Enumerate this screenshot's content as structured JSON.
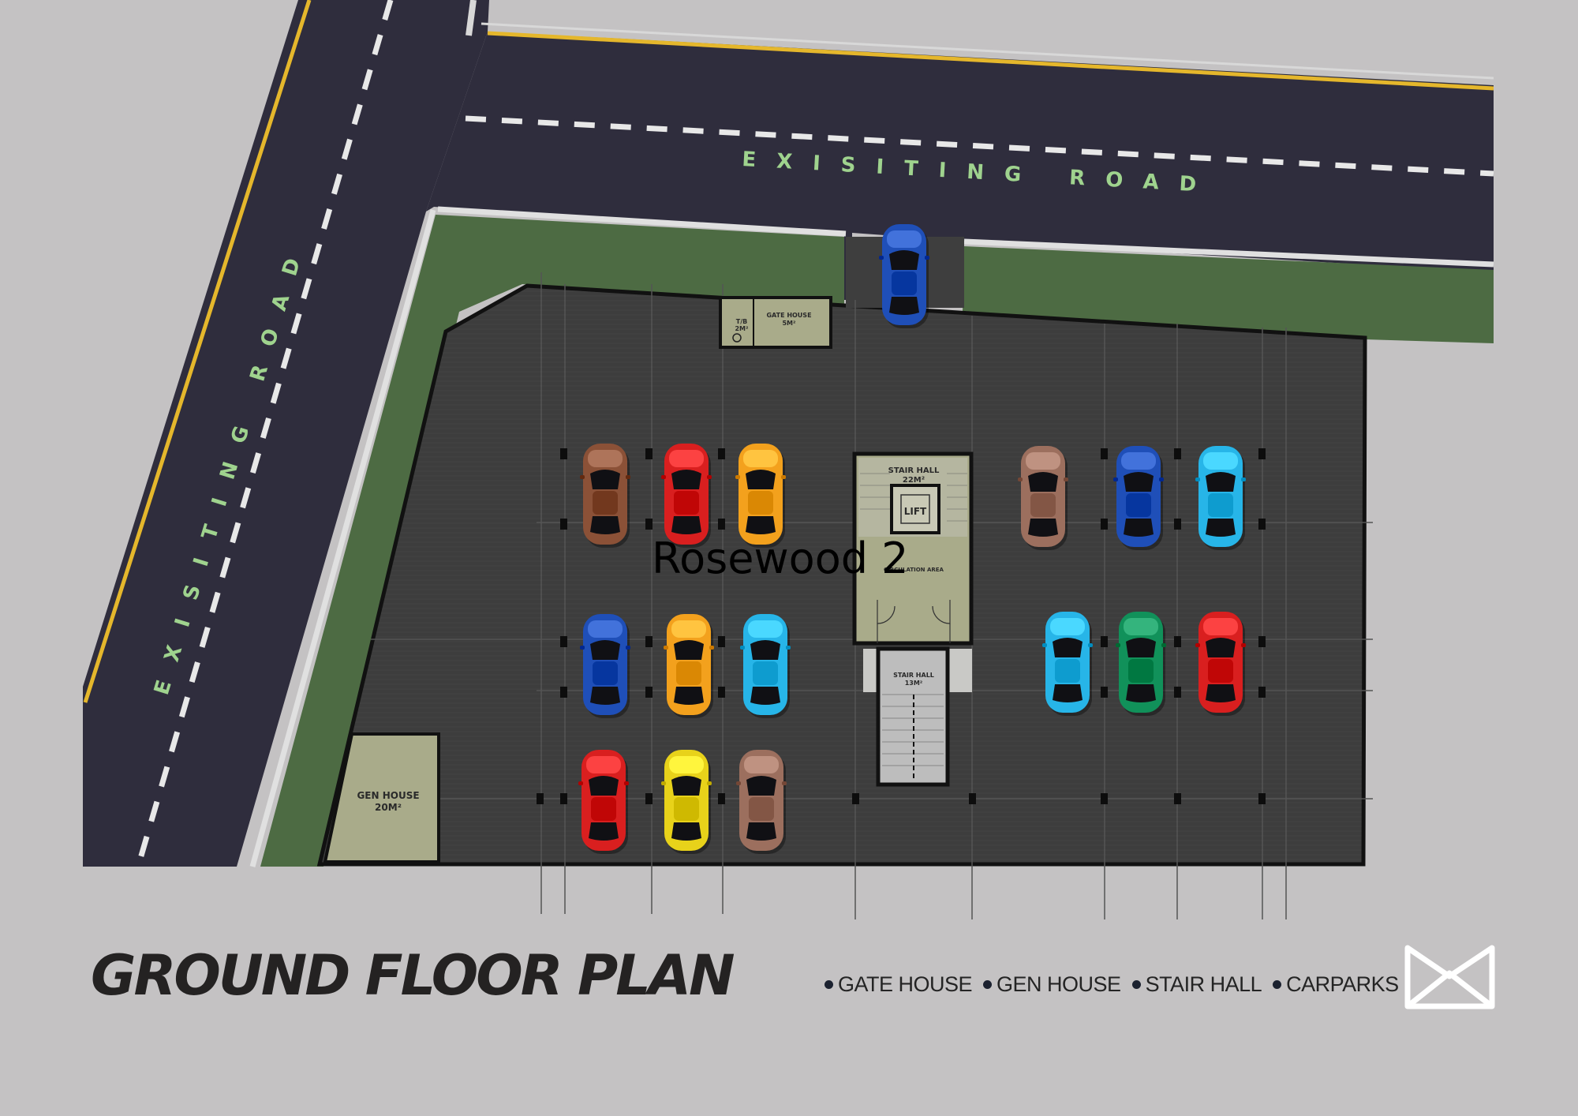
{
  "roads": {
    "top_label": "EXISITING ROAD",
    "left_label": "EXISITING ROAD"
  },
  "rooms": {
    "gate_house": {
      "name": "GATE HOUSE",
      "area": "5M²"
    },
    "toilet": {
      "name": "T/B",
      "area": "2M²"
    },
    "gen_house": {
      "name": "GEN HOUSE",
      "area": "20M²"
    },
    "stair_hall_upper": {
      "name": "STAIR HALL",
      "area": "22M²"
    },
    "lift": "LIFT",
    "circulation": "CIRCULATION AREA",
    "stair_hall_lower": {
      "name": "STAIR HALL",
      "area": "13M²"
    }
  },
  "overlay_text": "Rosewood 2",
  "footer": {
    "title": "GROUND FLOOR PLAN",
    "legend": [
      "GATE HOUSE",
      "GEN HOUSE",
      "STAIR HALL",
      "CARPARKS"
    ]
  },
  "cars": {
    "entrance": "#1f4fb8",
    "left_row_1": [
      "#8b5137",
      "#d91f1f",
      "#f3a11d"
    ],
    "left_row_2": [
      "#1f4fb8",
      "#f3a11d",
      "#27b5e8"
    ],
    "left_row_3": [
      "#d91f1f",
      "#e8d21a",
      "#9c6f5e"
    ],
    "right_row_1": [
      "#9c6f5e",
      "#1f4fb8",
      "#27b5e8"
    ],
    "right_row_2": [
      "#27b5e8",
      "#11915a",
      "#d91f1f"
    ]
  },
  "colors": {
    "background": "#c4c2c3",
    "road": "#2f2d3d",
    "grass": "#4d6b43",
    "parking_slab": "#3f3f3f",
    "room_fill": "#a9ab8a"
  }
}
